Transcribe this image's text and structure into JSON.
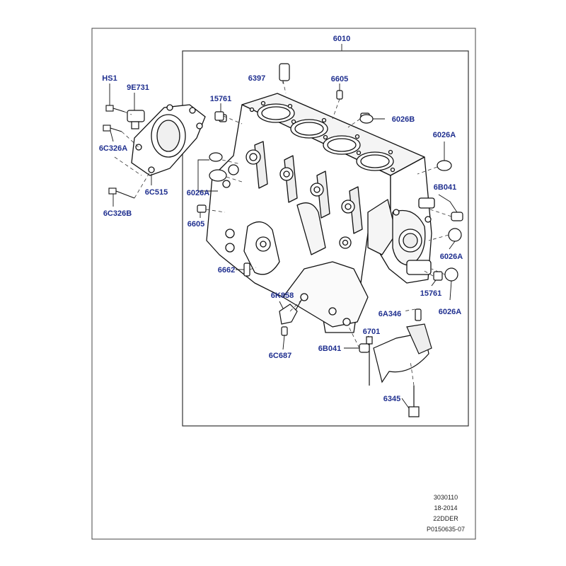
{
  "colors": {
    "callout": "#1f2f8f",
    "line": "#111111",
    "frame": "#333333"
  },
  "callouts": {
    "hs1": "HS1",
    "c9e731": "9E731",
    "c6c326a": "6C326A",
    "c6c515": "6C515",
    "c6c326b": "6C326B",
    "c6010": "6010",
    "c6397": "6397",
    "c6605_top": "6605",
    "c15761_top": "15761",
    "c6026b": "6026B",
    "c6026a_right": "6026A",
    "c6026a_left": "6026A",
    "c6b041_right": "6B041",
    "c6605_left": "6605",
    "c6026a_mid": "6026A",
    "c6662": "6662",
    "c15761_bot": "15761",
    "c6026a_bot": "6026A",
    "c6k858": "6K858",
    "c6a346": "6A346",
    "c6701": "6701",
    "c6c687": "6C687",
    "c6b041_bot": "6B041",
    "c6345": "6345"
  },
  "reference": {
    "line1": "3030110",
    "line2": "18-2014",
    "line3": "22DDER",
    "line4": "P0150635-07"
  }
}
